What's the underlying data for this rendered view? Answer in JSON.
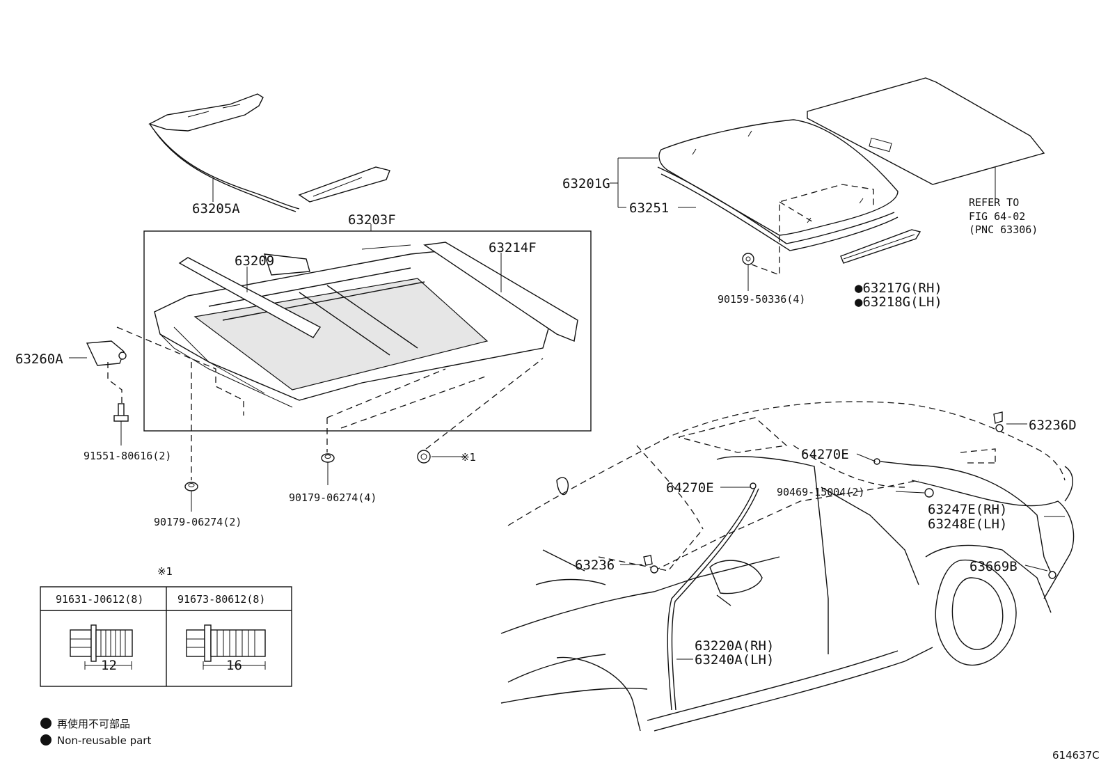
{
  "labels": {
    "p63205A": "63205A",
    "p63203F": "63203F",
    "p63209": "63209",
    "p63214F": "63214F",
    "p63260A": "63260A",
    "p91551": "91551-80616(2)",
    "p90179a": "90179-06274(2)",
    "p90179b": "90179-06274(4)",
    "note1_mark": "※1",
    "p63201G": "63201G",
    "p63251": "63251",
    "p90159": "90159-50336(4)",
    "p63217G": "●63217G(RH)",
    "p63218G": "●63218G(LH)",
    "refer1": "REFER TO",
    "refer2": "FIG 64-02",
    "refer3": "(PNC 63306)",
    "p63236D": "63236D",
    "p64270E_a": "64270E",
    "p64270E_b": "64270E",
    "p90469": "90469-15004(2)",
    "p63247E": "63247E(RH)",
    "p63248E": "63248E(LH)",
    "p63236": "63236",
    "p63669B": "63669B",
    "p63220A": "63220A(RH)",
    "p63240A": "63240A(LH)",
    "diagram_id": "614637C"
  },
  "bolt_table": {
    "mark": "※1",
    "columns": [
      {
        "part": "91631-J0612(8)",
        "length": "12"
      },
      {
        "part": "91673-80612(8)",
        "length": "16"
      }
    ]
  },
  "legend": {
    "line1": "再使用不可部品",
    "line2": "Non-reusable part"
  },
  "colors": {
    "ink": "#111111",
    "background": "#ffffff"
  }
}
